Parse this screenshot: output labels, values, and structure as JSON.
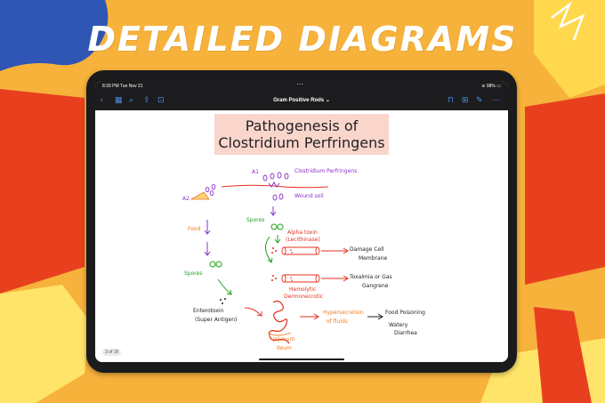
{
  "banner": {
    "title": "DETAILED DIAGRAMS"
  },
  "status_bar": {
    "time": "8:39 PM   Tue Nov 21",
    "battery": "98%"
  },
  "toolbar": {
    "title": "Gram Positive Rods",
    "back_icon": "chevron-left-icon",
    "grid_icon": "thumbnail-grid-icon",
    "search_icon": "search-icon",
    "share_icon": "share-icon",
    "bookmark_icon": "bookmark-icon",
    "add_page_icon": "add-page-icon",
    "pen_icon": "pen-icon",
    "more_icon": "more-icon"
  },
  "page": {
    "title_line1": "Pathogenesis of",
    "title_line2": "Clostridium Perfringens",
    "counter": "3 of 16"
  },
  "diagram": {
    "a1": "A1",
    "clostridium": "Clostridium Perfringens",
    "wound": "Wound soil",
    "a2": "A2",
    "food": "Food",
    "spores1": "Spores",
    "alpha_toxin": "Alpha toxin",
    "lecithinase": "(Lecithinase)",
    "damage_cell": "Damage Cell",
    "membrane": "Membrane",
    "spores2": "Spores",
    "hemolytic": "Hemolytic",
    "dermonecrotic": "Dermonecrotic",
    "toxalmia": "Toxalmia or Gas",
    "gangrene": "Gangrene",
    "enterotoxin": "Enterotoxin",
    "super_antigen": "(Super Antigen)",
    "hypersecretion": "Hypersecretion",
    "of_fluids": "of fluids",
    "food_poisoning": "Food Poisoning",
    "watery": "Watery",
    "diarrhea": "Diarrhea",
    "jejunum": "Jejunum",
    "ileum": "Ileum"
  }
}
